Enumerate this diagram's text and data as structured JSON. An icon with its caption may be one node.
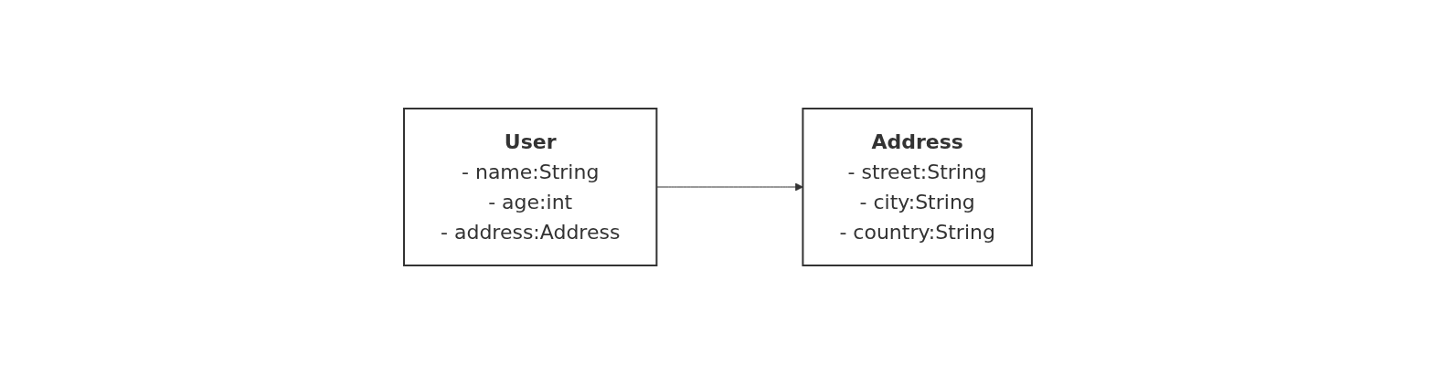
{
  "diagram": {
    "nodes": [
      {
        "text": [
          "User",
          "- name:String",
          "- age:int",
          "- address:Address"
        ]
      },
      {
        "text": [
          "Address",
          "- street:String",
          "- city:String",
          "- country:String"
        ]
      }
    ],
    "edges": [
      {
        "from": 0,
        "to": 1,
        "arrow": "to"
      }
    ]
  }
}
